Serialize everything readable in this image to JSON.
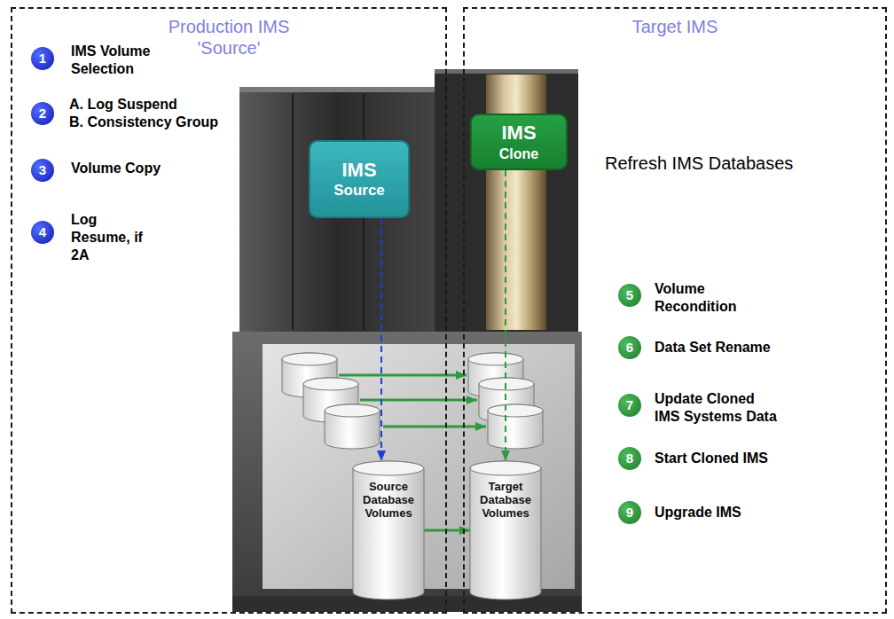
{
  "diagram": {
    "nodes": [
      {
        "text": [
          "Production IMS 'Source'"
        ]
      },
      {
        "text": [
          "Target IMS"
        ]
      },
      {
        "text": [
          "IMS",
          "Source"
        ],
        "in": 0
      },
      {
        "text": [
          "IMS",
          "Clone"
        ],
        "in": 1
      },
      {
        "text": [
          "Source Database Volumes"
        ],
        "in": 0
      },
      {
        "text": [
          "Target Database Volumes"
        ],
        "in": 1
      }
    ],
    "edges": [
      {
        "from": 2,
        "to": 4,
        "arrow": "to"
      },
      {
        "from": 3,
        "to": 5,
        "arrow": "to"
      },
      {
        "from": 4,
        "to": 5,
        "arrow": "to"
      }
    ],
    "labels": [
      "Refresh IMS Databases",
      "1",
      "IMS Volume Selection",
      "2",
      "A. Log Suspend",
      "B. Consistency Group",
      "3",
      "Volume Copy",
      "4",
      "Log Resume, if 2A",
      "5",
      "Volume Recondition",
      "6",
      "Data Set Rename",
      "7",
      "Update Cloned IMS Systems Data",
      "8",
      "Start Cloned IMS",
      "9",
      "Upgrade IMS"
    ]
  }
}
